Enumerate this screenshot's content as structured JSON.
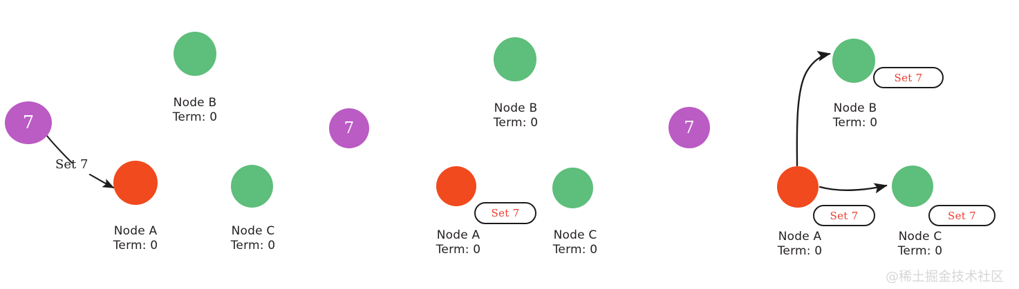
{
  "diagram": {
    "title_text": "",
    "background_color": "#ffffff",
    "colors": {
      "leader_node": "#F04A1E",
      "follower_node": "#5EBE7B",
      "client_node": "#BB5BC4",
      "badge_text": "#ED3B2F",
      "badge_border": "#1b1b1b",
      "label_text": "#231f20",
      "arrow": "#1b1b1b",
      "watermark": "#d7d7d7"
    }
  },
  "panels": [
    {
      "id": "panel-1",
      "client": {
        "value": "7"
      },
      "arrow_label": "Set 7",
      "nodes": [
        {
          "id": "node-b",
          "name": "Node B",
          "term": "Term: 0",
          "role": "follower"
        },
        {
          "id": "node-a",
          "name": "Node A",
          "term": "Term: 0",
          "role": "leader"
        },
        {
          "id": "node-c",
          "name": "Node C",
          "term": "Term: 0",
          "role": "follower"
        }
      ],
      "badges": []
    },
    {
      "id": "panel-2",
      "client": {
        "value": "7"
      },
      "arrow_label": "",
      "nodes": [
        {
          "id": "node-b",
          "name": "Node B",
          "term": "Term: 0",
          "role": "follower"
        },
        {
          "id": "node-a",
          "name": "Node A",
          "term": "Term: 0",
          "role": "leader"
        },
        {
          "id": "node-c",
          "name": "Node C",
          "term": "Term: 0",
          "role": "follower"
        }
      ],
      "badges": [
        {
          "id": "badge-a",
          "label": "Set 7",
          "attached_to": "node-a"
        }
      ]
    },
    {
      "id": "panel-3",
      "client": {
        "value": "7"
      },
      "arrow_label": "",
      "nodes": [
        {
          "id": "node-b",
          "name": "Node B",
          "term": "Term: 0",
          "role": "follower"
        },
        {
          "id": "node-a",
          "name": "Node A",
          "term": "Term: 0",
          "role": "leader"
        },
        {
          "id": "node-c",
          "name": "Node C",
          "term": "Term: 0",
          "role": "follower"
        }
      ],
      "badges": [
        {
          "id": "badge-b",
          "label": "Set 7",
          "attached_to": "node-b"
        },
        {
          "id": "badge-a",
          "label": "Set 7",
          "attached_to": "node-a"
        },
        {
          "id": "badge-c",
          "label": "Set 7",
          "attached_to": "node-c"
        }
      ]
    }
  ],
  "watermark": {
    "text": "@稀土掘金技术社区"
  }
}
